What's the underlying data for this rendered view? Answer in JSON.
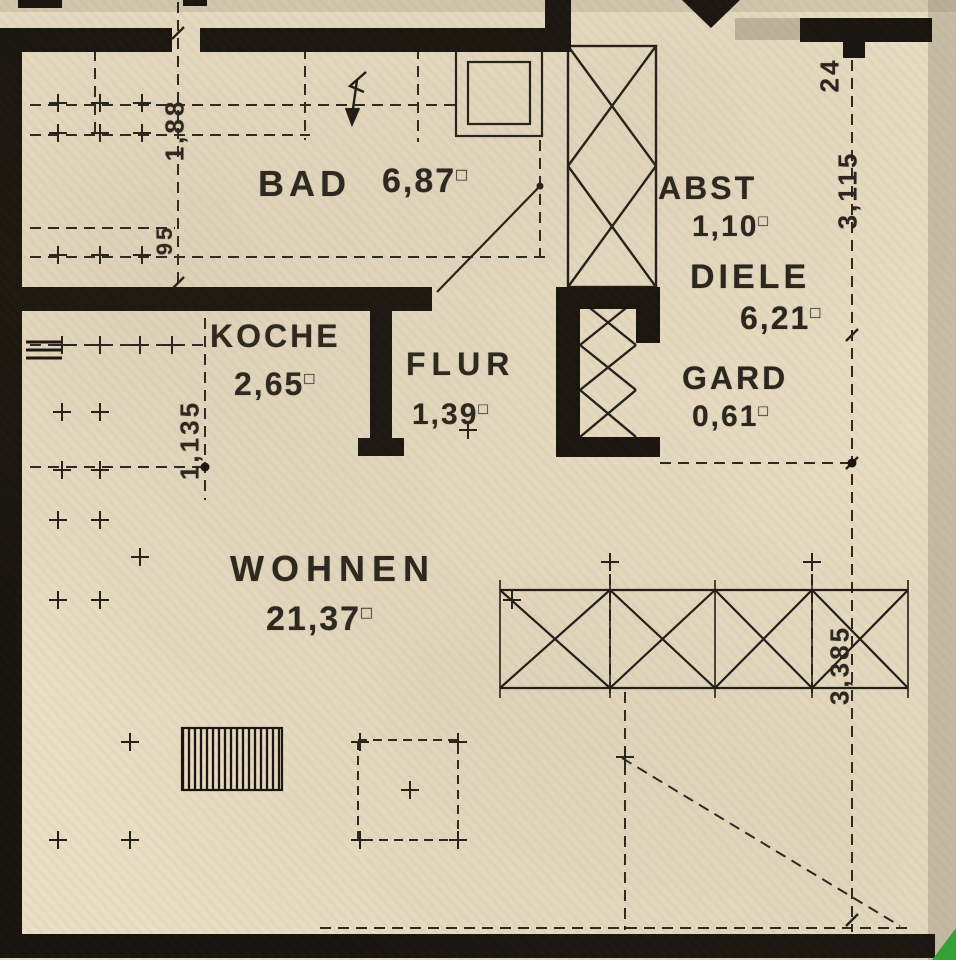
{
  "rooms": {
    "bad": {
      "name": "BAD",
      "area": "6,87"
    },
    "abst": {
      "name": "ABST",
      "area": "1,10"
    },
    "diele": {
      "name": "DIELE",
      "area": "6,21"
    },
    "koche": {
      "name": "KOCHE",
      "area": "2,65"
    },
    "flur": {
      "name": "FLUR",
      "area": "1,39"
    },
    "gard": {
      "name": "GARD",
      "area": "0,61"
    },
    "wohnen": {
      "name": "WOHNEN",
      "area": "21,37"
    }
  },
  "units": {
    "sqm": "□"
  },
  "dimensions": {
    "top_right": "24",
    "right_upper": "3,115",
    "left_upper": "1,88",
    "left_mid": "95",
    "left_lower": "1,135",
    "right_lower": "3,385"
  },
  "colors": {
    "paper": "#e9ddc4",
    "ink": "#17130e",
    "green_mark": "#2fa633"
  }
}
